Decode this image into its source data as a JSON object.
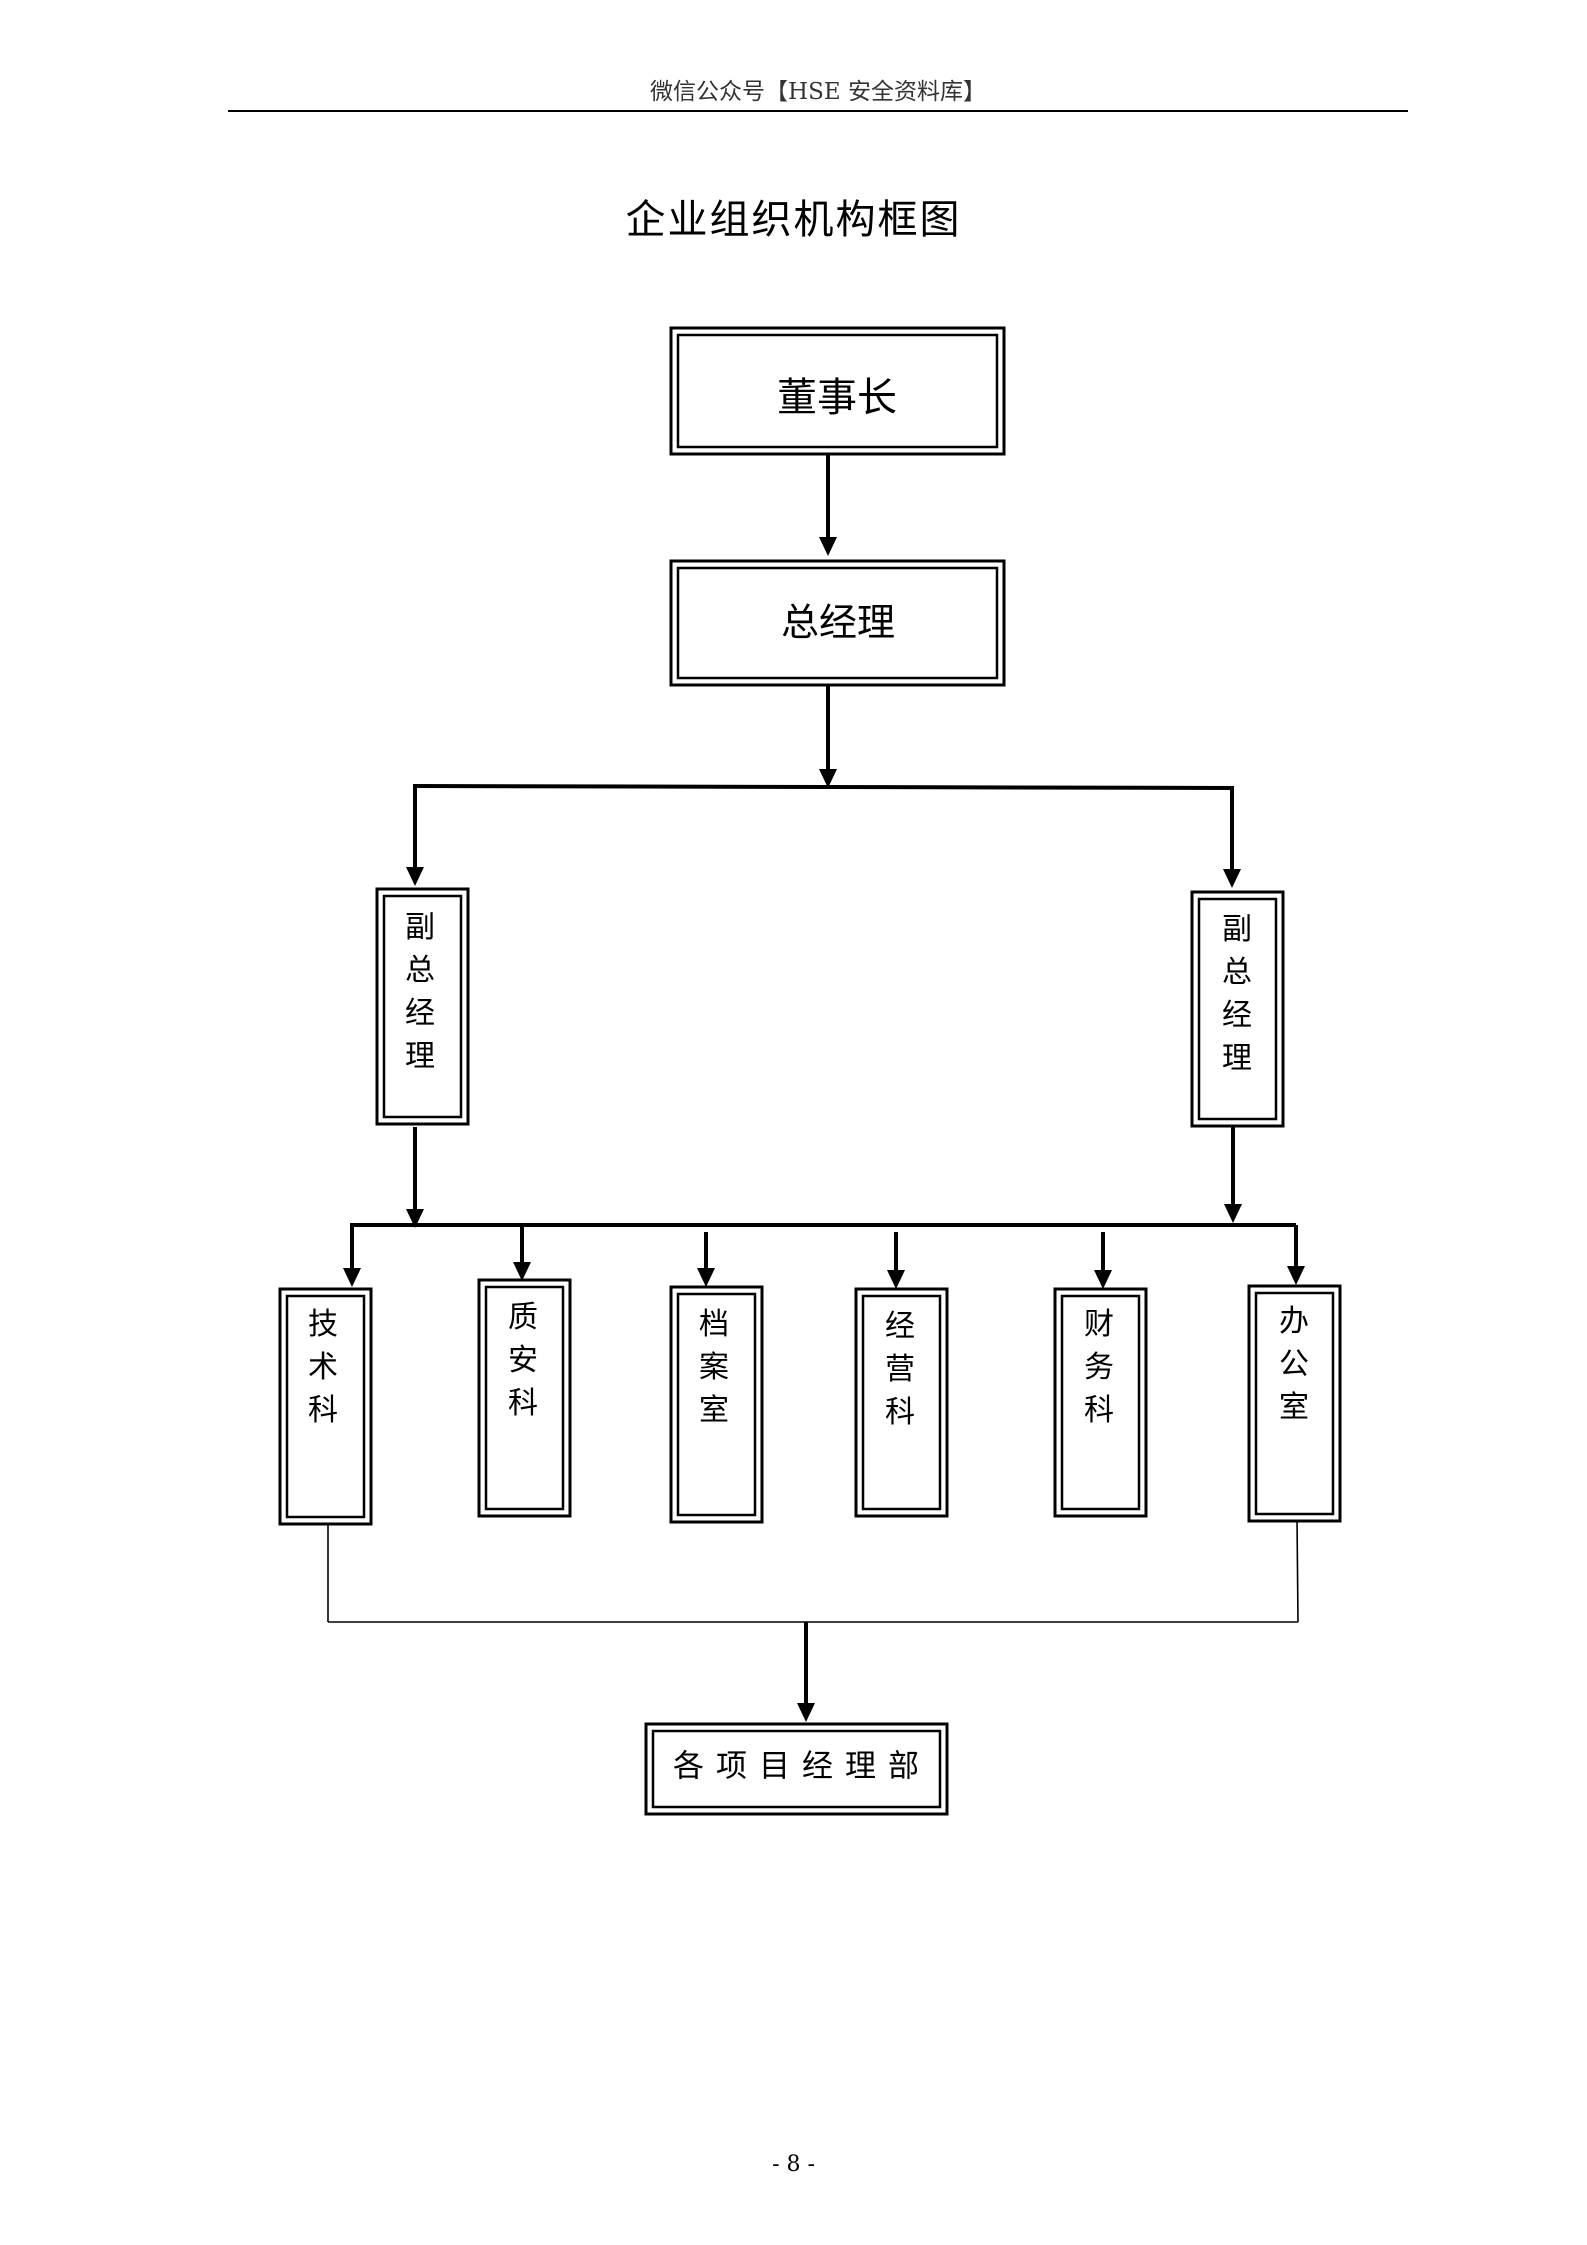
{
  "header": {
    "text": "微信公众号【HSE 安全资料库】"
  },
  "title": "企业组织机构框图",
  "org": {
    "chairman": "董事长",
    "general_manager": "总经理",
    "deputy_left": "副总经理",
    "deputy_right": "副总经理",
    "departments": [
      "技术科",
      "质安科",
      "档案室",
      "经营科",
      "财务科",
      "办公室"
    ],
    "projects": "各项目经理部"
  },
  "footer": {
    "page_number": "- 8 -"
  }
}
